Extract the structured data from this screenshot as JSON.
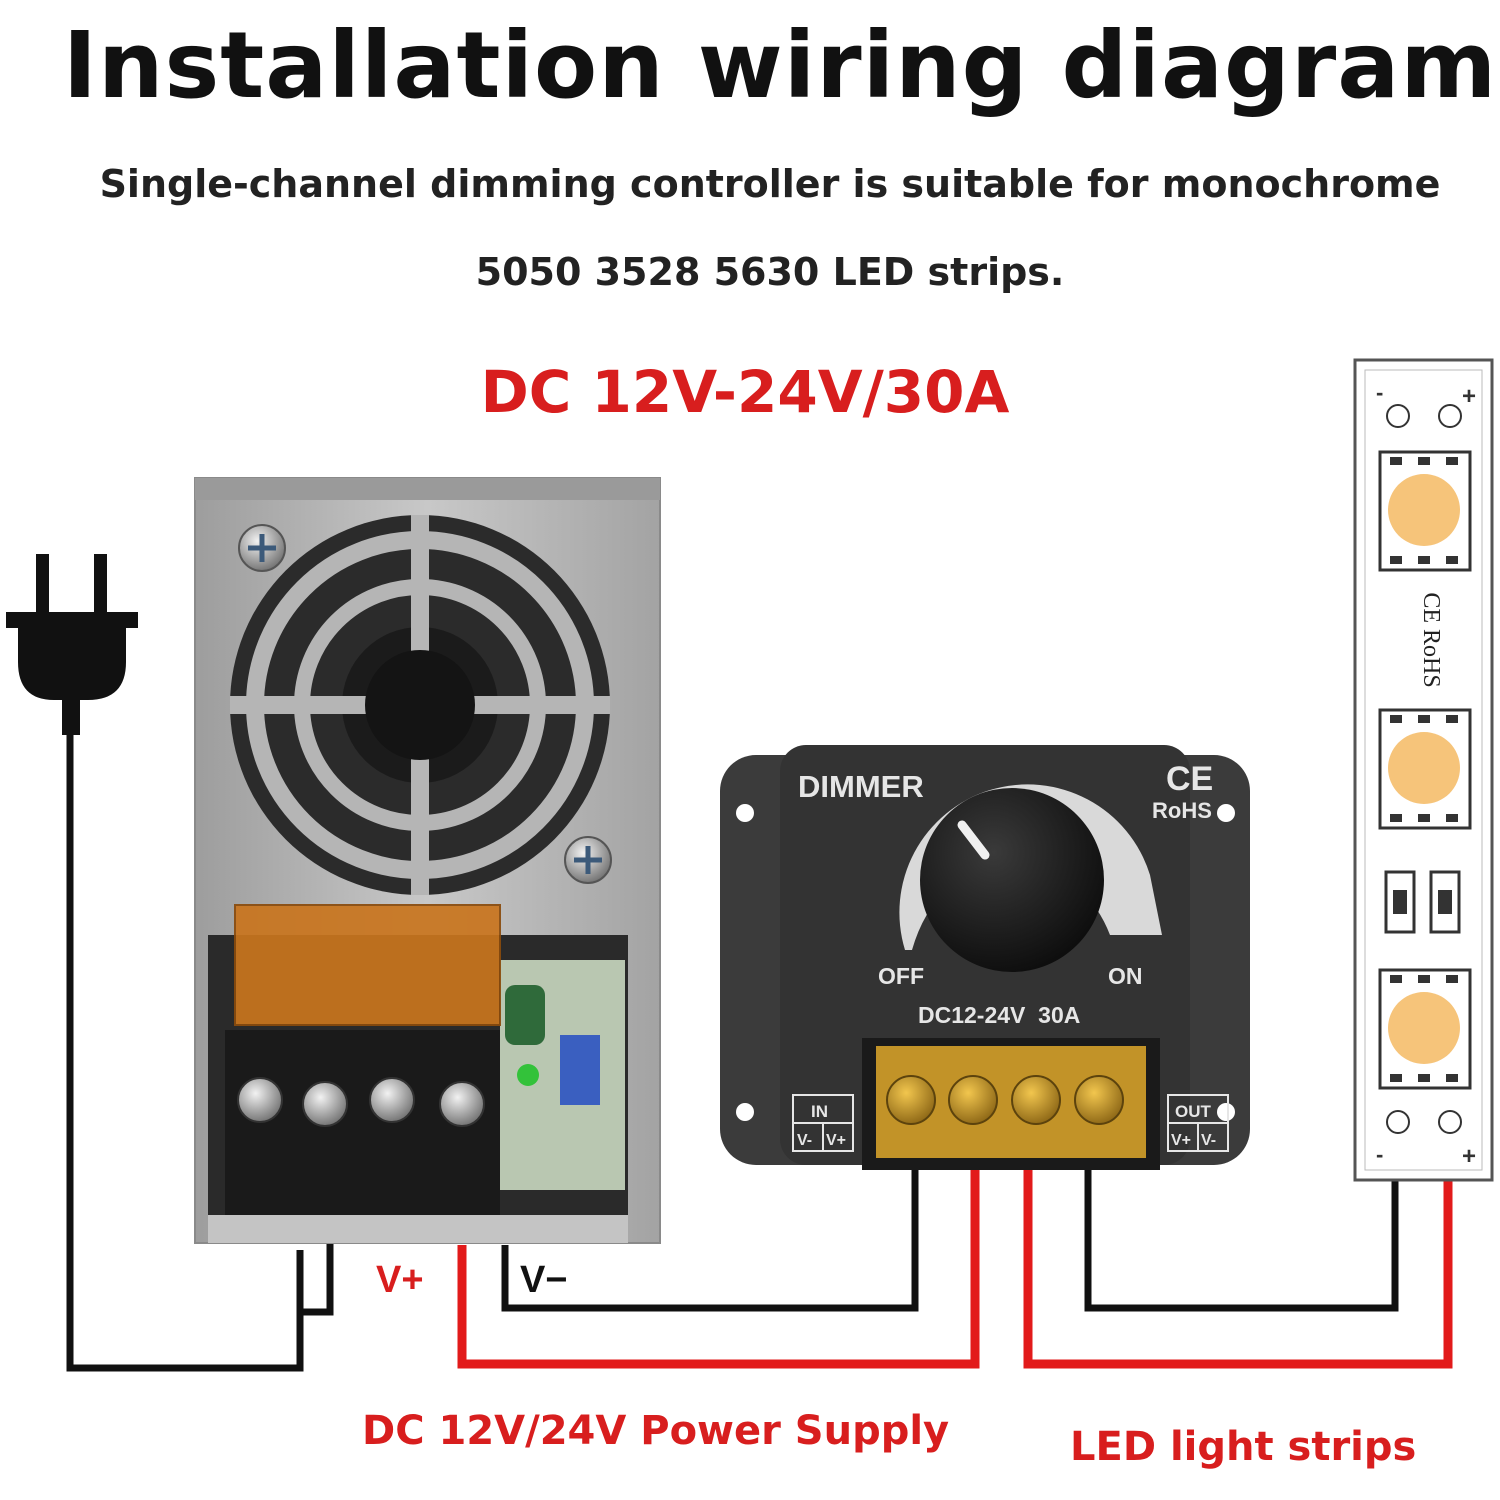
{
  "heading": {
    "title": "Installation wiring diagram",
    "subtitle_line1": "Single-channel dimming controller is suitable for monochrome",
    "subtitle_line2": "5050 3528 5630 LED strips.",
    "spec": "DC 12V-24V/30A"
  },
  "psu": {
    "terminal_positive": "V+",
    "terminal_negative": "V−",
    "caption": "DC 12V/24V Power Supply"
  },
  "dimmer": {
    "brand": "DIMMER",
    "ce": "CE",
    "rohs": "RoHS",
    "off_label": "OFF",
    "on_label": "ON",
    "rating": "DC12-24V  30A",
    "in_label": "IN",
    "in_pins": [
      "V-",
      "V+"
    ],
    "out_label": "OUT",
    "out_pins": [
      "V+",
      "V-"
    ]
  },
  "led_strip": {
    "minus": "-",
    "plus": "+",
    "print": "CE RoHS",
    "caption": "LED light strips"
  },
  "colors": {
    "wire_positive": "#e21a1a",
    "wire_negative": "#111111",
    "led_chip": "#f6c47a",
    "dimmer_body": "#3a3a3a",
    "psu_case": "#b7b7b7",
    "terminal_cover": "#c9751e"
  },
  "icons": [
    "power-plug-icon",
    "screw-icon",
    "dimmer-knob-icon",
    "ce-mark-icon"
  ]
}
